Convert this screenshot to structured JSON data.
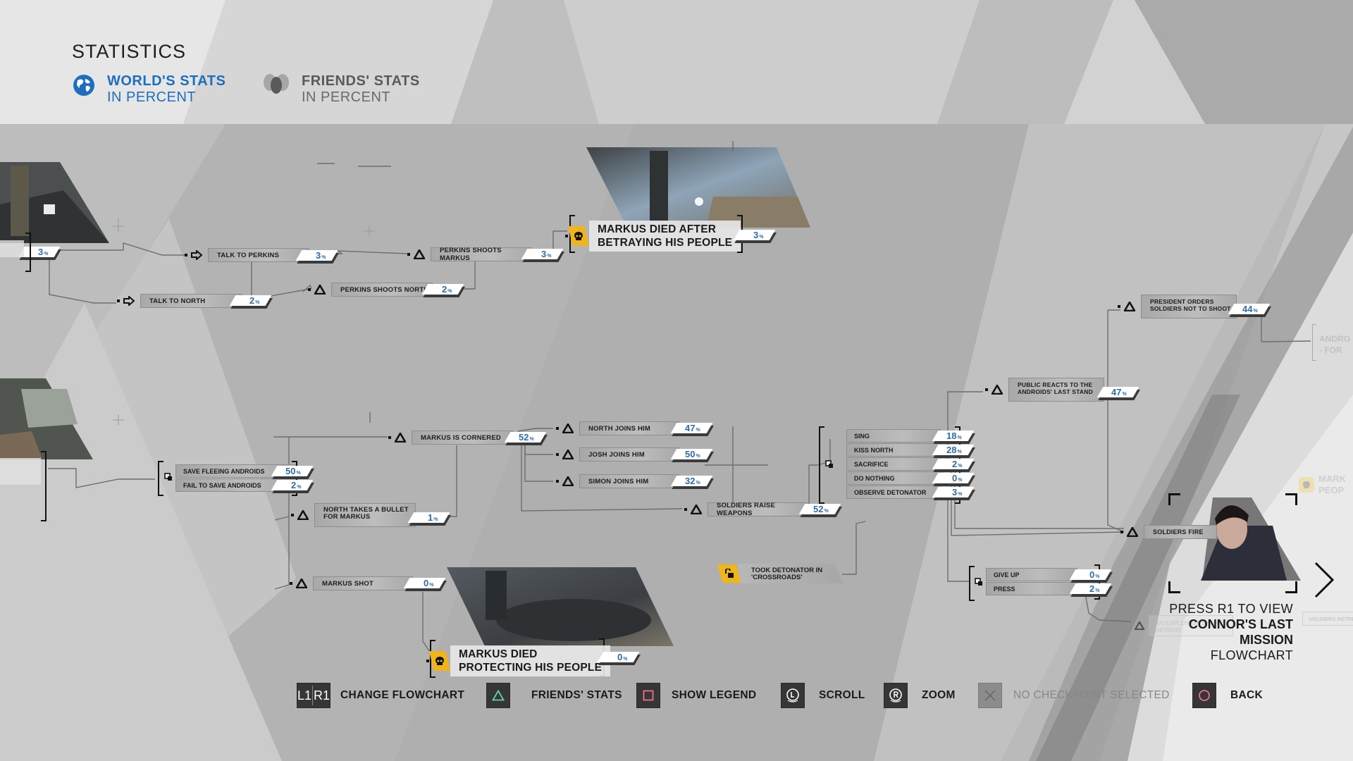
{
  "header": {
    "title": "STATISTICS",
    "world_stats": {
      "line1": "WORLD'S STATS",
      "line2": "IN PERCENT",
      "icon": "globe-icon",
      "active": true,
      "color": "#1d6fbd"
    },
    "friends_stats": {
      "line1": "FRIENDS' STATS",
      "line2": "IN PERCENT",
      "icon": "friends-icon",
      "active": false
    }
  },
  "percent_symbol": "%",
  "nodes": {
    "prev_left": {
      "pct": "3"
    },
    "talk_to_perkins": {
      "label": "TALK TO PERKINS",
      "icon": "arrow-right-icon",
      "pct": "3"
    },
    "talk_to_north": {
      "label": "TALK TO NORTH",
      "icon": "arrow-right-icon",
      "pct": "2"
    },
    "perkins_shoots_markus": {
      "label": "PERKINS SHOOTS MARKUS",
      "icon": "triangle-icon",
      "pct": "3"
    },
    "perkins_shoots_north": {
      "label": "PERKINS SHOOTS NORTH",
      "icon": "triangle-icon",
      "pct": "2"
    },
    "markus_is_cornered": {
      "label": "MARKUS IS CORNERED",
      "icon": "triangle-icon",
      "pct": "52"
    },
    "north_joins_him": {
      "label": "NORTH JOINS HIM",
      "icon": "triangle-icon",
      "pct": "47"
    },
    "josh_joins_him": {
      "label": "JOSH JOINS HIM",
      "icon": "triangle-icon",
      "pct": "50"
    },
    "simon_joins_him": {
      "label": "SIMON JOINS HIM",
      "icon": "triangle-icon",
      "pct": "32"
    },
    "north_takes_bullet": {
      "line1": "NORTH TAKES A BULLET",
      "line2": "FOR MARKUS",
      "icon": "triangle-icon",
      "pct": "1"
    },
    "markus_shot": {
      "label": "MARKUS SHOT",
      "icon": "triangle-icon",
      "pct": "0"
    },
    "soldiers_raise_weapons": {
      "label": "SOLDIERS RAISE WEAPONS",
      "icon": "triangle-icon",
      "pct": "52"
    },
    "public_reacts": {
      "line1": "PUBLIC REACTS TO THE",
      "line2": "ANDROIDS' LAST STAND",
      "icon": "triangle-icon",
      "pct": "47"
    },
    "president_orders": {
      "line1": "PRESIDENT ORDERS",
      "line2": "SOLDIERS NOT TO SHOOT",
      "icon": "triangle-icon",
      "pct": "44"
    },
    "soldiers_fire": {
      "label": "SOLDIERS FIRE",
      "icon": "triangle-icon"
    },
    "took_detonator": {
      "line1": "TOOK DETONATOR IN",
      "line2": "'CROSSROADS'",
      "icon": "unlock-icon"
    },
    "explosion_faded": {
      "line1": "AN EXPLOSION SHAKES",
      "line2": "DETROIT"
    },
    "soldiers_retreat_faded": {
      "label": "SOLDIERS RETREAT"
    },
    "androids_faded": {
      "line1": "ANDRO",
      "line2": "- FOR"
    },
    "markus_people_faded": {
      "line1": "MARK",
      "line2": "PEOP"
    }
  },
  "groups": {
    "save_androids": [
      {
        "label": "SAVE FLEEING ANDROIDS",
        "pct": "50"
      },
      {
        "label": "FAIL TO SAVE ANDROIDS",
        "pct": "2"
      }
    ],
    "final_choice": [
      {
        "label": "SING",
        "pct": "18"
      },
      {
        "label": "KISS NORTH",
        "pct": "28"
      },
      {
        "label": "SACRIFICE",
        "pct": "2"
      },
      {
        "label": "DO NOTHING",
        "pct": "0"
      },
      {
        "label": "OBSERVE DETONATOR",
        "pct": "3"
      }
    ],
    "detonator_choice": [
      {
        "label": "GIVE UP",
        "pct": "0"
      },
      {
        "label": "PRESS",
        "pct": "2"
      }
    ]
  },
  "endings": {
    "died_betraying": {
      "line1": "MARKUS DIED AFTER",
      "line2": "BETRAYING HIS PEOPLE",
      "pct": "3",
      "icon": "skull-icon"
    },
    "died_protecting": {
      "line1": "MARKUS DIED",
      "line2": "PROTECTING HIS PEOPLE",
      "pct": "0",
      "icon": "skull-icon"
    }
  },
  "next_flowchart": {
    "line1": "PRESS R1 TO VIEW",
    "line2": "CONNOR'S LAST",
    "line3": "MISSION",
    "line4": "FLOWCHART"
  },
  "footer": {
    "change_flowchart": {
      "keys": [
        "L1",
        "R1"
      ],
      "label": "CHANGE FLOWCHART"
    },
    "friends_stats": {
      "key": "triangle",
      "label": "FRIENDS' STATS",
      "color": "#5fd6a8"
    },
    "show_legend": {
      "key": "square",
      "label": "SHOW LEGEND",
      "color": "#e8728f"
    },
    "scroll": {
      "key": "L",
      "label": "SCROLL"
    },
    "zoom": {
      "key": "R",
      "label": "ZOOM"
    },
    "no_checkpoint": {
      "key": "cross",
      "label": "NO CHECKPOINT SELECTED",
      "disabled": true
    },
    "back": {
      "key": "circle",
      "label": "BACK",
      "color": "#e8728f"
    }
  }
}
